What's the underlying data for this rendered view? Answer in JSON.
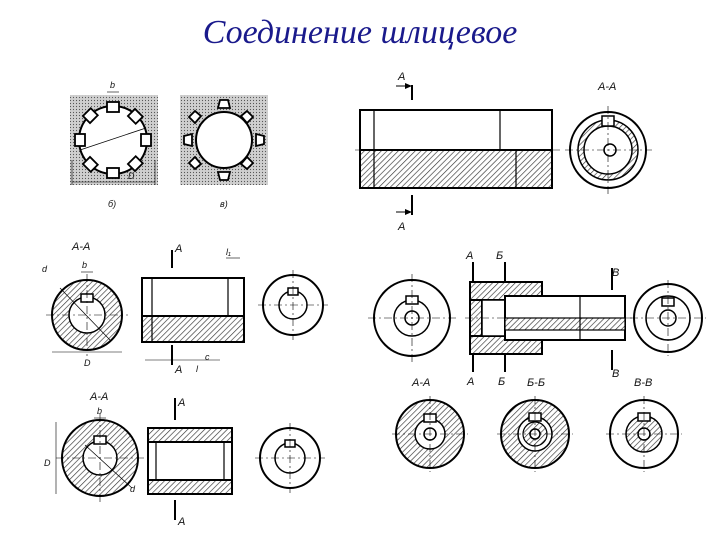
{
  "slide": {
    "title": "Соединение шлицевое"
  },
  "labels": {
    "fig_b": "б)",
    "fig_v": "в)",
    "A": "A",
    "B": "Б",
    "V": "В",
    "AA": "A-A",
    "BB": "Б-Б",
    "VV": "В-В",
    "b": "b",
    "D": "D",
    "d": "d",
    "l": "l",
    "l1": "l₁",
    "c": "c"
  }
}
